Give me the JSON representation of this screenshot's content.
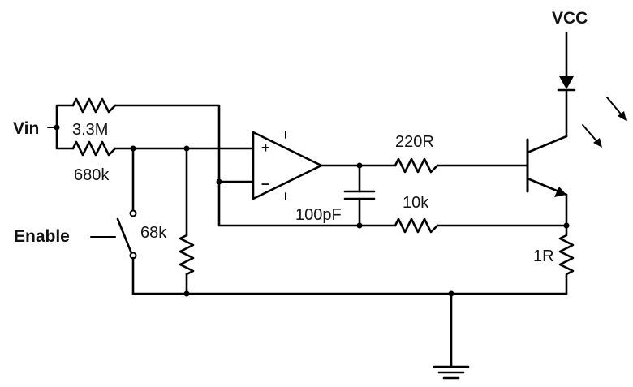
{
  "labels": {
    "vin": "Vin",
    "vcc": "VCC",
    "enable": "Enable",
    "r_3_3m": "3.3M",
    "r_680k": "680k",
    "r_68k": "68k",
    "r_220r": "220R",
    "r_10k": "10k",
    "r_1r": "1R",
    "c_100pf": "100pF",
    "opamp_plus": "+",
    "opamp_minus": "–"
  }
}
